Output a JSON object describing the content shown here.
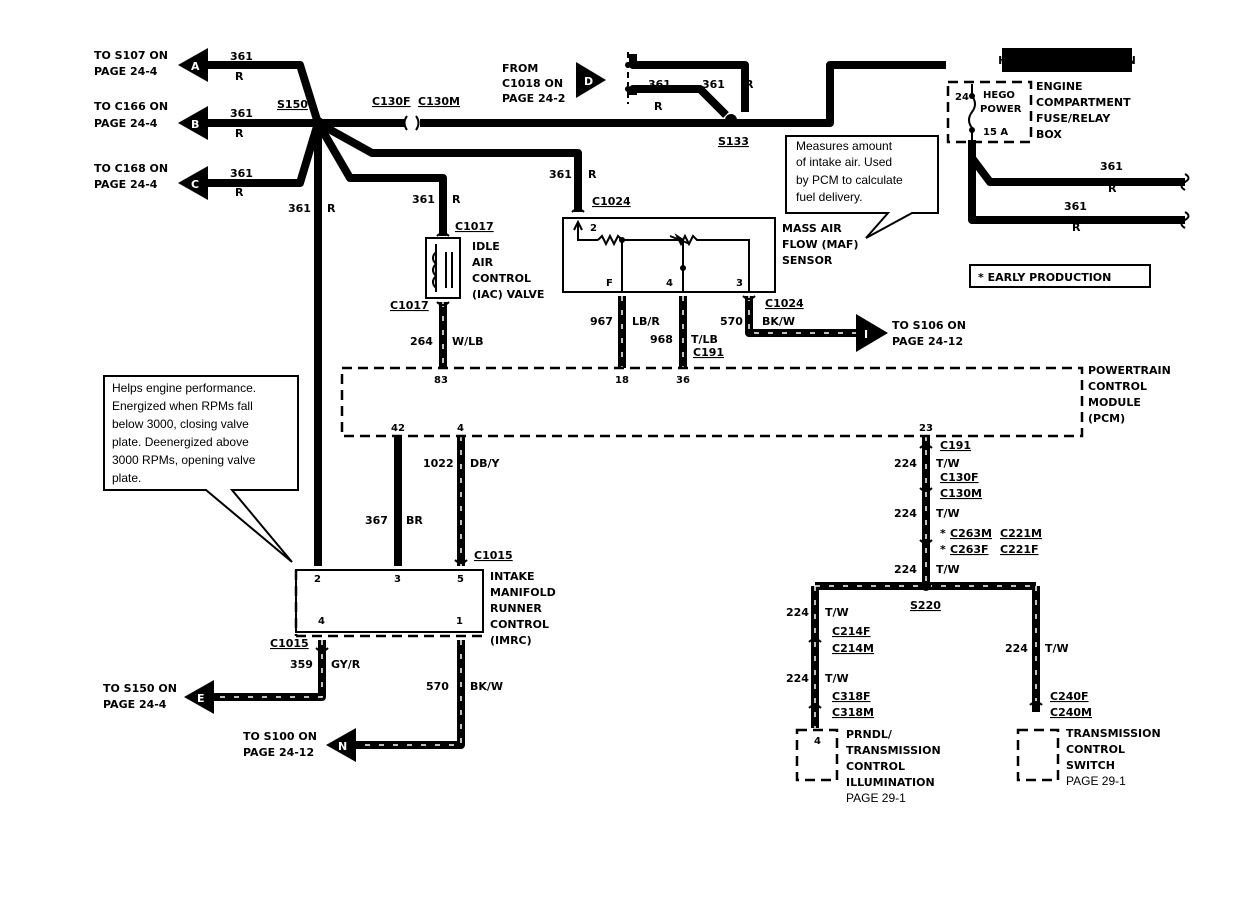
{
  "off_page": {
    "A": {
      "letter": "A",
      "line1": "TO S107 ON",
      "line2": "PAGE 24-4",
      "wire": "361",
      "color": "R"
    },
    "B": {
      "letter": "B",
      "line1": "TO C166 ON",
      "line2": "PAGE 24-4",
      "wire": "361",
      "color": "R"
    },
    "C": {
      "letter": "C",
      "line1": "TO C168 ON",
      "line2": "PAGE 24-4",
      "wire": "361",
      "color": "R"
    },
    "D": {
      "letter": "D",
      "line1": "FROM",
      "line2": "C1018 ON",
      "line3": "PAGE 24-2"
    },
    "I": {
      "letter": "I",
      "line1": "TO S106 ON",
      "line2": "PAGE 24-12"
    },
    "E": {
      "letter": "E",
      "line1": "TO S150 ON",
      "line2": "PAGE 24-4"
    },
    "N": {
      "letter": "N",
      "line1": "TO S100 ON",
      "line2": "PAGE 24-12"
    }
  },
  "splices": {
    "s150": "S150",
    "s133": "S133",
    "s220": "S220"
  },
  "connectors": {
    "c130f": "C130F",
    "c130m": "C130M",
    "c1017_top": "C1017",
    "c1017_bot": "C1017",
    "c1024_top": "C1024",
    "c1024_bot": "C1024",
    "c191_a": "C191",
    "c191_b": "C191",
    "c130f_b": "C130F",
    "c130m_b": "C130M",
    "c263m": "C263M",
    "c221m": "C221M",
    "c263f": "C263F",
    "c221f": "C221F",
    "c214f": "C214F",
    "c214m": "C214M",
    "c318f": "C318F",
    "c318m": "C318M",
    "c240f": "C240F",
    "c240m": "C240M",
    "c1015_top": "C1015",
    "c1015_bot": "C1015",
    "star": "*"
  },
  "wires": {
    "w361_a": "361",
    "w361_b": "361",
    "w361_c": "361",
    "w361_d": "361",
    "w361_e": "361",
    "w361_f": "361",
    "w361_g": "361",
    "w361_h": "361",
    "r": "R",
    "w264": "264",
    "c264": "W/LB",
    "w967": "967",
    "c967": "LB/R",
    "w968": "968",
    "c968": "T/LB",
    "w570": "570",
    "c570": "BK/W",
    "w367": "367",
    "c367": "BR",
    "w1022": "1022",
    "c1022": "DB/Y",
    "w224": "224",
    "c224": "T/W",
    "w359": "359",
    "c359": "GY/R",
    "w570b": "570",
    "c570b": "BK/W"
  },
  "components": {
    "hot_badge": "HOT IN START OR RUN",
    "fuse_amp": "15 A",
    "fuse_num": "24",
    "fuse_label1": "HEGO",
    "fuse_label2": "POWER",
    "fusebox": [
      "ENGINE",
      "COMPARTMENT",
      "FUSE/RELAY",
      "BOX"
    ],
    "iac": [
      "IDLE",
      "AIR",
      "CONTROL",
      "(IAC) VALVE"
    ],
    "maf": [
      "MASS AIR",
      "FLOW (MAF)",
      "SENSOR"
    ],
    "pcm": [
      "POWERTRAIN",
      "CONTROL",
      "MODULE",
      "(PCM)"
    ],
    "imrc": [
      "INTAKE",
      "MANIFOLD",
      "RUNNER",
      "CONTROL",
      "(IMRC)"
    ],
    "prndl": [
      "PRNDL/",
      "TRANSMISSION",
      "CONTROL",
      "ILLUMINATION"
    ],
    "prndl_page": "PAGE 29-1",
    "tcs": [
      "TRANSMISSION",
      "CONTROL",
      "SWITCH"
    ],
    "tcs_page": "PAGE 29-1",
    "early": "* EARLY PRODUCTION",
    "maf_pins": {
      "p2": "2",
      "pf": "F",
      "p4": "4",
      "p3": "3"
    },
    "pcm_pins": {
      "p83": "83",
      "p18": "18",
      "p36": "36",
      "p42": "42",
      "p4": "4",
      "p23": "23"
    },
    "imrc_pins": {
      "p2": "2",
      "p3": "3",
      "p5": "5",
      "p4": "4",
      "p1": "1"
    },
    "prndl_pin": "4"
  },
  "notes": {
    "maf": [
      "Measures amount",
      "of intake air. Used",
      "by PCM to calculate",
      "fuel delivery."
    ],
    "imrc": [
      "Helps engine performance.",
      "Energized when RPMs fall",
      "below 3000, closing valve",
      "plate. Deenergized above",
      "3000 RPMs, opening valve",
      "plate."
    ]
  }
}
